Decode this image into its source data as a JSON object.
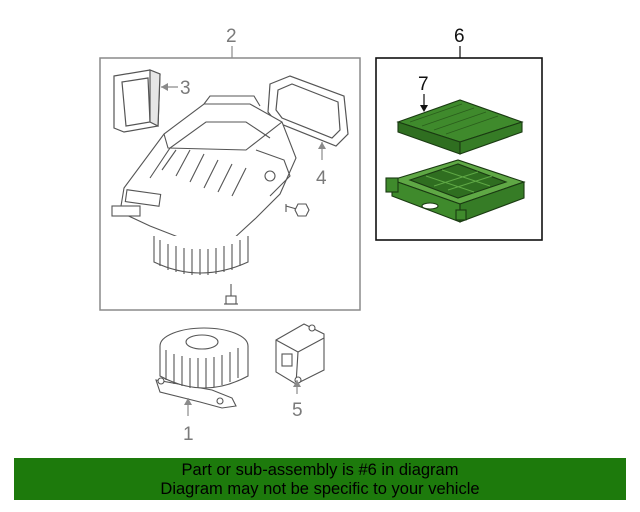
{
  "colors": {
    "filter_green": "#3f8a2c",
    "filter_green_light": "#5fa845",
    "banner_green": "#1d7a0c",
    "line_gray": "#8a8a8a",
    "callout_gray": "#7a7a7a"
  },
  "callouts": {
    "part1": "1",
    "part2": "2",
    "part3": "3",
    "part4": "4",
    "part5": "5",
    "part6": "6",
    "part7": "7"
  },
  "banner": {
    "line1": "Part or sub-assembly is #6 in diagram",
    "line2": "Diagram may not be specific to your vehicle"
  }
}
